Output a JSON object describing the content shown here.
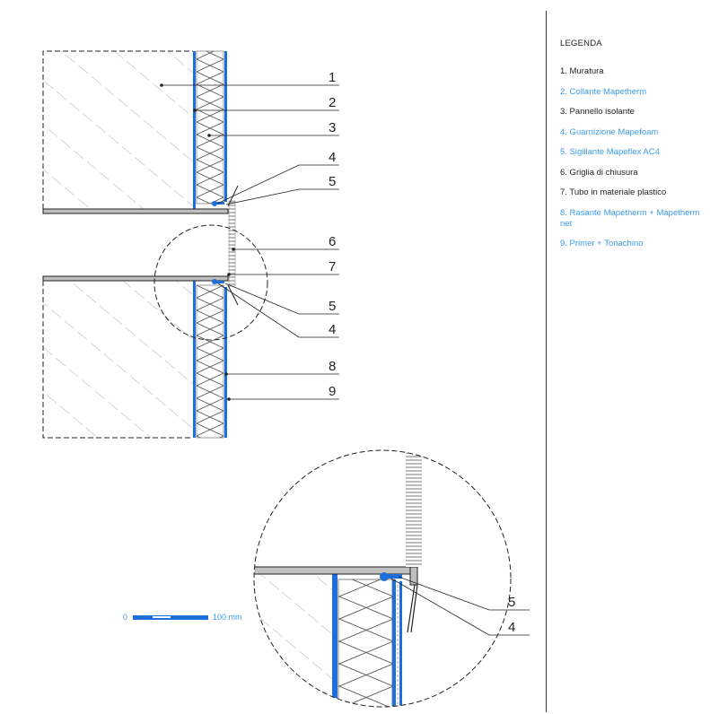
{
  "legend": {
    "title": "LEGENDA",
    "items": [
      {
        "text": "1. Muratura",
        "color": "#222222"
      },
      {
        "text": "2. Collante Mapetherm",
        "color": "#3b9cf0"
      },
      {
        "text": "3. Pannello isolante",
        "color": "#222222"
      },
      {
        "text": "4. Guarnizione Mapefoam",
        "color": "#3b9cf0"
      },
      {
        "text": "5. Sigillante Mapeflex AC4",
        "color": "#3b9cf0"
      },
      {
        "text": "6. Griglia di chiusura",
        "color": "#222222"
      },
      {
        "text": "7. Tubo in materiale plastico",
        "color": "#222222"
      },
      {
        "text": "8. Rasante Mapetherm + Mapetherm net",
        "color": "#3b9cf0"
      },
      {
        "text": "9. Primer + Tonachino",
        "color": "#3b9cf0"
      }
    ]
  },
  "callouts": {
    "main": [
      "1",
      "2",
      "3",
      "4",
      "5",
      "6",
      "7",
      "5",
      "4",
      "8",
      "9"
    ],
    "detail": [
      "5",
      "4"
    ]
  },
  "scale": {
    "start": "0",
    "end": "100 mm"
  },
  "colors": {
    "accent_blue": "#1e6fd9",
    "legend_blue": "#3b9cf0",
    "line": "#222222"
  }
}
